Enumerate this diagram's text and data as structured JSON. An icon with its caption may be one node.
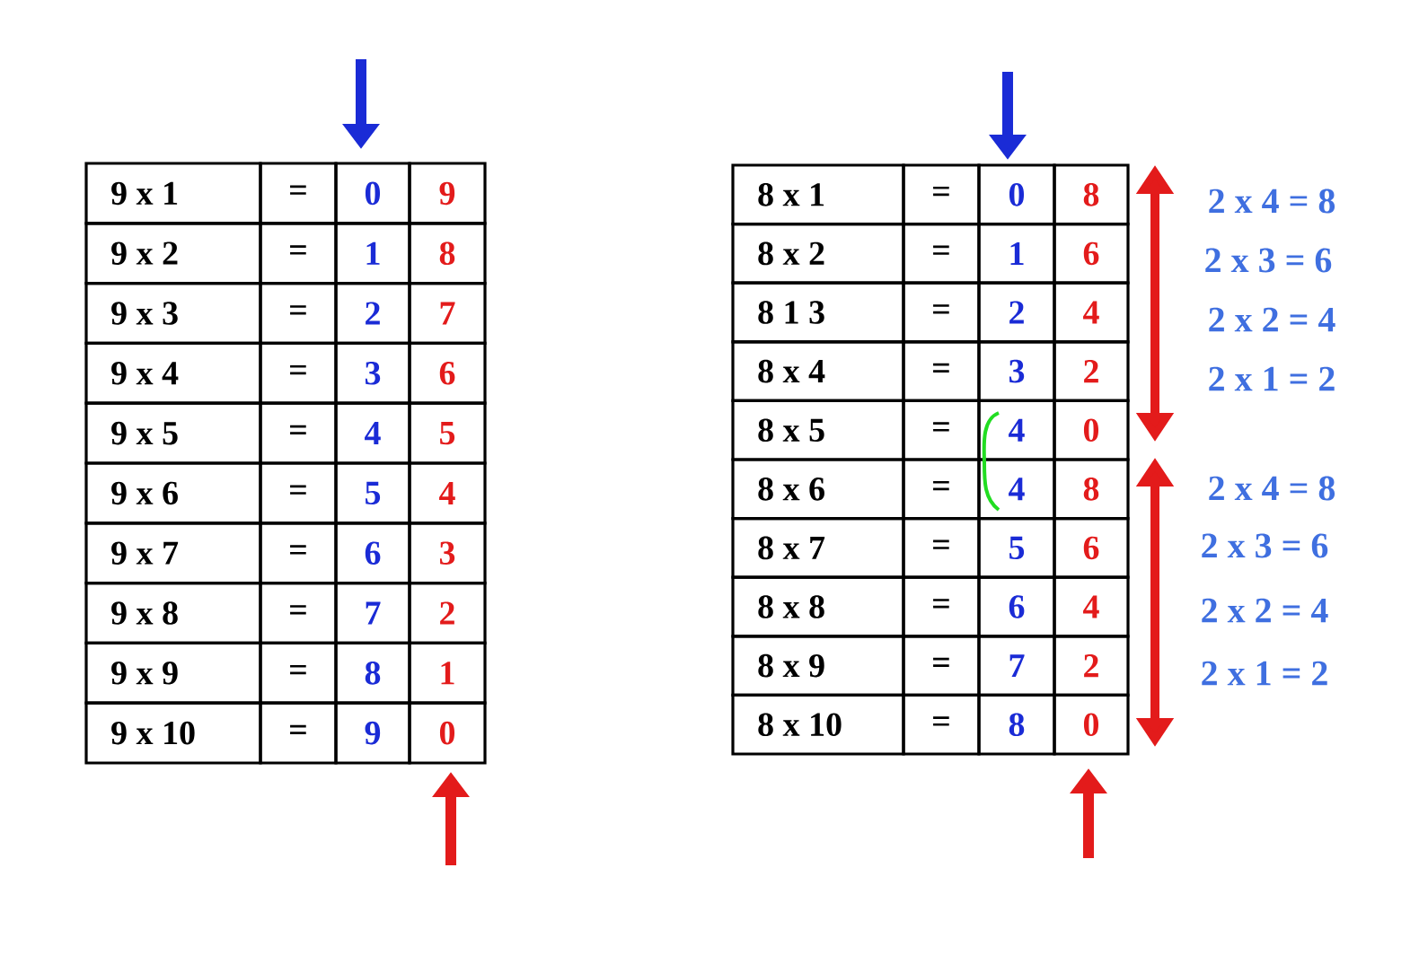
{
  "diagram": {
    "labels": [
      "9 x 1",
      "=",
      "0",
      "9",
      "9 x 2",
      "=",
      "1",
      "8",
      "9 x 3",
      "=",
      "2",
      "7",
      "9 x 4",
      "=",
      "3",
      "6",
      "9 x 5",
      "=",
      "4",
      "5",
      "9 x 6",
      "=",
      "5",
      "4",
      "9 x 7",
      "=",
      "6",
      "3",
      "9 x 8",
      "=",
      "7",
      "2",
      "9 x 9",
      "=",
      "8",
      "1",
      "9 x 10",
      "=",
      "9",
      "0",
      "8 x 1",
      "=",
      "0",
      "8",
      "8 x 2",
      "=",
      "1",
      "6",
      "8 1 3",
      "=",
      "2",
      "4",
      "8 x 4",
      "=",
      "3",
      "2",
      "8 x 5",
      "=",
      "4",
      "0",
      "8 x 6",
      "=",
      "4",
      "8",
      "8 x 7",
      "=",
      "5",
      "6",
      "8 x 8",
      "=",
      "6",
      "4",
      "8 x 9",
      "=",
      "7",
      "2",
      "8 x 10",
      "=",
      "8",
      "0",
      "2 x 4 = 8",
      "2 x 3 = 6",
      "2 x 2 = 4",
      "2 x 1 = 2",
      "2 x 4 = 8",
      "2 x 3 = 6",
      "2 x 2 = 4",
      "2 x 1 = 2"
    ]
  }
}
